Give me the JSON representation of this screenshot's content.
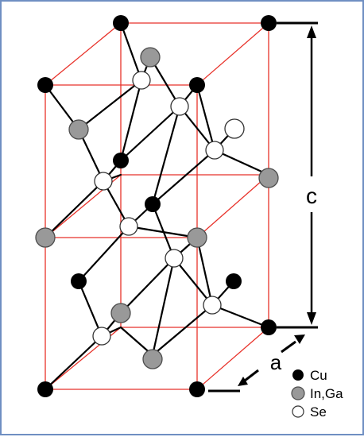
{
  "labels": {
    "c": "c",
    "a": "a"
  },
  "legend": [
    {
      "atom": "Cu",
      "label": "Cu",
      "color": "#000000"
    },
    {
      "atom": "InGa",
      "label": "In,Ga",
      "color": "#999999"
    },
    {
      "atom": "Se",
      "label": "Se",
      "color": "#ffffff"
    }
  ],
  "colors": {
    "cell_edges": "#e8322a",
    "bonds": "#000000",
    "frame": "#6f8fc2",
    "arrows": "#000000"
  }
}
